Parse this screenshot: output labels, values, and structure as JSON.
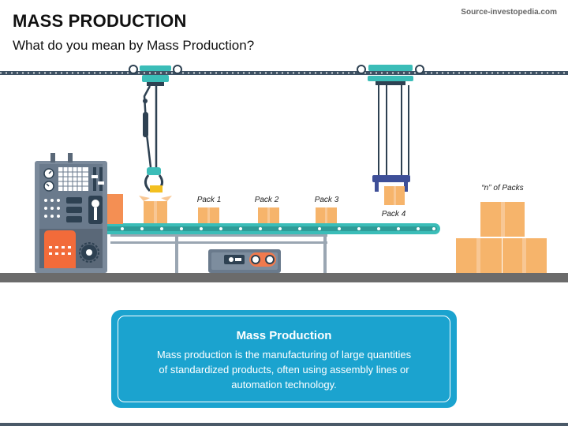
{
  "header": {
    "title": "MASS PRODUCTION",
    "subtitle": "What do you mean by Mass Production?",
    "source": "Source-investopedia.com"
  },
  "scene": {
    "pack_labels": [
      "Pack 1",
      "Pack 2",
      "Pack 3",
      "Pack 4"
    ],
    "n_packs_label": "“n” of Packs"
  },
  "card": {
    "title": "Mass Production",
    "body": "Mass production is the manufacturing of large quantities of standardized products, often using assembly lines or automation technology."
  },
  "colors": {
    "accent": "#1ba3cf",
    "teal": "#3bbdb8",
    "box": "#f6b46b",
    "machine": "#6a7a8c",
    "orange": "#f26b3a",
    "floor": "#6b6b6b"
  }
}
